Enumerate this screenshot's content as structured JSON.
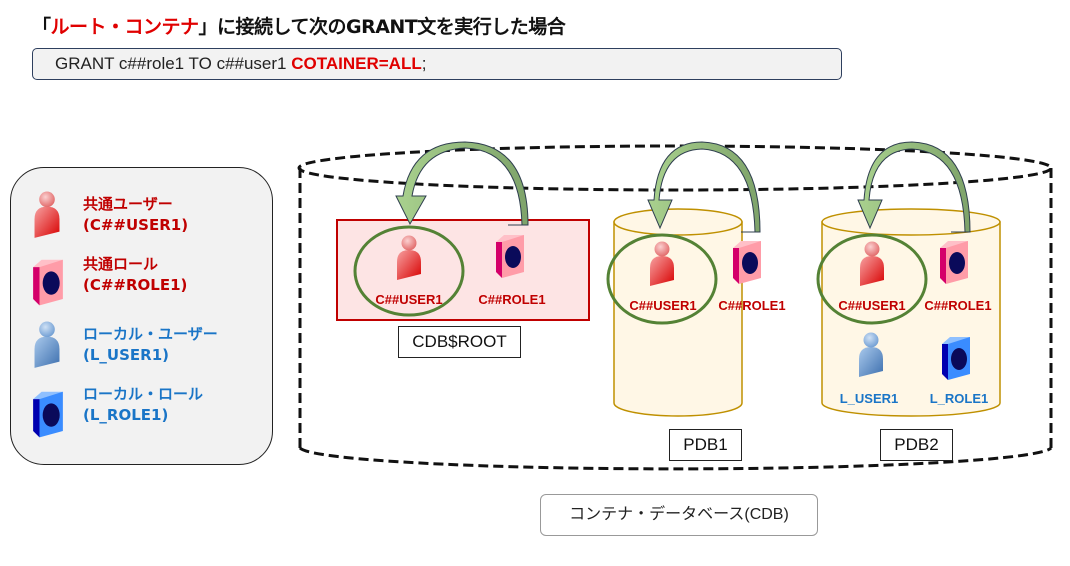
{
  "header": {
    "title_open_bracket": "「",
    "title_highlight": "ルート・コンテナ",
    "title_close_bracket": "」",
    "title_rest": "に接続して次のGRANT文を実行した場合"
  },
  "sql": {
    "statement_plain": "GRANT c##role1 TO c##user1 ",
    "statement_keyword": "COTAINER=ALL",
    "statement_end": ";"
  },
  "legend": {
    "items": [
      {
        "icon": "common-user-icon",
        "line1": "共通ユーザー",
        "line2": "(C##USER1)",
        "color": "#c00000"
      },
      {
        "icon": "common-role-icon",
        "line1": "共通ロール",
        "line2": "(C##ROLE1)",
        "color": "#c00000"
      },
      {
        "icon": "local-user-icon",
        "line1": "ローカル・ユーザー",
        "line2": "(L_USER1)",
        "color": "#1a75c7"
      },
      {
        "icon": "local-role-icon",
        "line1": "ローカル・ロール",
        "line2": "(L_ROLE1)",
        "color": "#1a75c7"
      }
    ]
  },
  "containers": {
    "root": {
      "label": "CDB$ROOT",
      "user_label": "C##USER1",
      "role_label": "C##ROLE1"
    },
    "pdb1": {
      "label": "PDB1",
      "user_label": "C##USER1",
      "role_label": "C##ROLE1"
    },
    "pdb2": {
      "label": "PDB2",
      "user_label": "C##USER1",
      "role_label": "C##ROLE1",
      "local_user_label": "L_USER1",
      "local_role_label": "L_ROLE1"
    }
  },
  "cdb_caption": "コンテナ・データベース(CDB)",
  "colors": {
    "common": "#c00000",
    "local": "#1a75c7",
    "grant_arrow": "#a9d18e",
    "highlight_ellipse": "#548235",
    "root_fill": "#fde4e4",
    "root_border": "#c00000",
    "pdb_fill": "#fff7e6",
    "pdb_border": "#bf9000"
  }
}
